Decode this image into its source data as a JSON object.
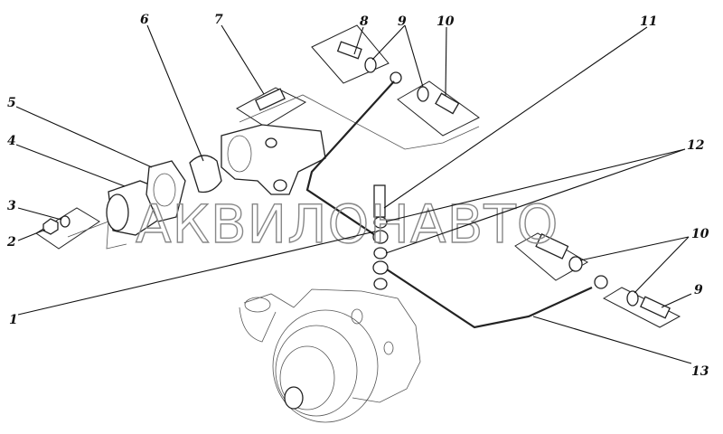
{
  "watermark": "АКВИЛОНАВТО",
  "callouts": {
    "c1": "1",
    "c2": "2",
    "c3": "3",
    "c4": "4",
    "c5": "5",
    "c6": "6",
    "c7": "7",
    "c8": "8",
    "c9a": "9",
    "c10a": "10",
    "c11": "11",
    "c12": "12",
    "c10b": "10",
    "c9b": "9",
    "c13": "13"
  }
}
